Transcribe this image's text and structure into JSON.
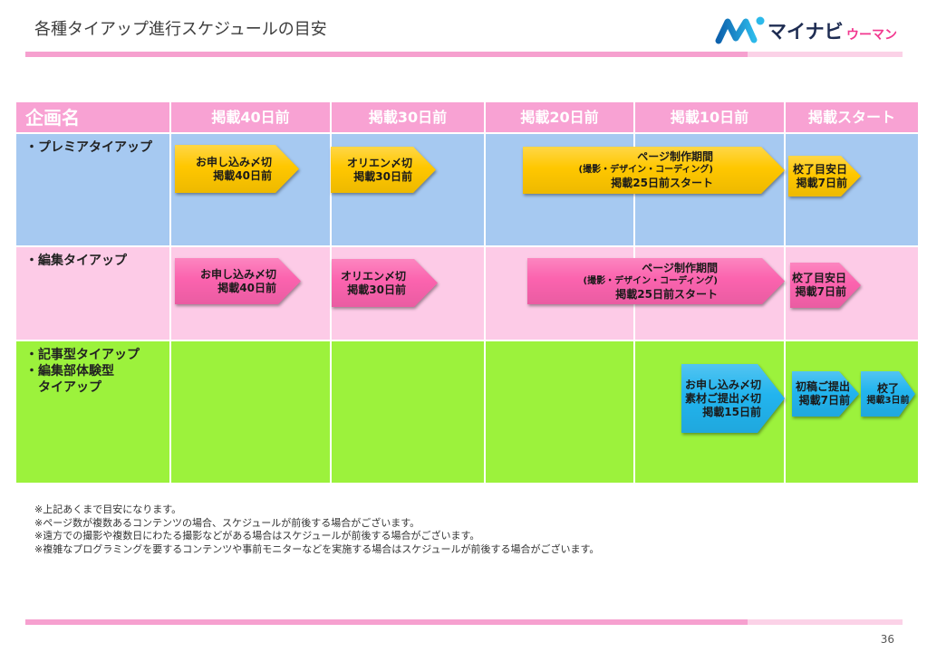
{
  "header": {
    "title": "各種タイアップ進行スケジュールの目安",
    "logo": {
      "icon": "mynavi-wave-logo-icon",
      "brand": "マイナビ",
      "sub_brand": "ウーマン"
    }
  },
  "table": {
    "columns": [
      "企画名",
      "掲載40日前",
      "掲載30日前",
      "掲載20日前",
      "掲載10日前",
      "掲載スタート"
    ],
    "rows": [
      {
        "label_lines": [
          "・プレミアタイアップ"
        ],
        "milestones": [
          {
            "lines": [
              "お申し込み〆切",
              "掲載40日前"
            ]
          },
          {
            "lines": [
              "オリエン〆切",
              "掲載30日前"
            ]
          },
          {
            "lines": [
              "ページ制作期間",
              "(撮影・デザイン・コーディング)",
              "掲載25日前スタート"
            ]
          },
          {
            "lines": [
              "校了目安日",
              "掲載7日前"
            ]
          }
        ]
      },
      {
        "label_lines": [
          "・編集タイアップ"
        ],
        "milestones": [
          {
            "lines": [
              "お申し込み〆切",
              "掲載40日前"
            ]
          },
          {
            "lines": [
              "オリエン〆切",
              "掲載30日前"
            ]
          },
          {
            "lines": [
              "ページ制作期間",
              "(撮影・デザイン・コーディング)",
              "掲載25日前スタート"
            ]
          },
          {
            "lines": [
              "校了目安日",
              "掲載7日前"
            ]
          }
        ]
      },
      {
        "label_lines": [
          "・記事型タイアップ",
          "・編集部体験型",
          "タイアップ"
        ],
        "milestones": [
          {
            "lines": [
              "お申し込み〆切",
              "素材ご提出〆切",
              "掲載15日前"
            ]
          },
          {
            "lines": [
              "初稿ご提出",
              "掲載7日前"
            ]
          },
          {
            "lines": [
              "校了",
              "掲載3日前"
            ]
          }
        ]
      }
    ]
  },
  "notes": [
    "※上記あくまで目安になります。",
    "※ページ数が複数あるコンテンツの場合、スケジュールが前後する場合がございます。",
    "※遠方での撮影や複数日にわたる撮影などがある場合はスケジュールが前後する場合がございます。",
    "※複雑なプログラミングを要するコンテンツや事前モニターなどを実施する場合はスケジュールが前後する場合がございます。"
  ],
  "page_number": "36",
  "colors": {
    "header_pink": "#f8a2d3",
    "row_premium_blue": "#a6c9f1",
    "row_editorial_pink": "#fdcbe7",
    "row_article_green": "#9cf23c",
    "arrow_yellow": "#ffc700",
    "arrow_pink": "#fb63ae",
    "arrow_cyan": "#22b4ee",
    "bar_pink": "#f6a0cf",
    "bar_light_pink": "#fbd2e7",
    "logo_navy": "#1e2c52",
    "logo_pink": "#f2378f",
    "logo_blue": "#2cb9ea"
  }
}
